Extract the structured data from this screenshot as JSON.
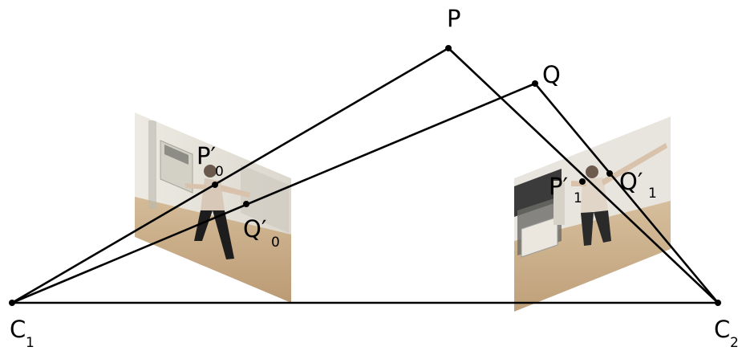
{
  "points": {
    "P": {
      "label": "P"
    },
    "Q": {
      "label": "Q"
    },
    "C1": {
      "label": "C",
      "sub": "1"
    },
    "C2": {
      "label": "C",
      "sub": "2"
    },
    "P0": {
      "label": "P′",
      "sub": "0"
    },
    "Q0": {
      "label": "Q′",
      "sub": "0"
    },
    "P1": {
      "label": "P′",
      "sub": "1"
    },
    "Q1": {
      "label": "Q′",
      "sub": "1"
    }
  },
  "images": {
    "left": {
      "description": "camera 1 image plane showing a person in a dance pose in an indoor room"
    },
    "right": {
      "description": "camera 2 image plane showing the same person from another viewpoint"
    }
  },
  "colors": {
    "line": "#000000",
    "floor": "#c8ad88",
    "wall": "#e6e2da"
  }
}
